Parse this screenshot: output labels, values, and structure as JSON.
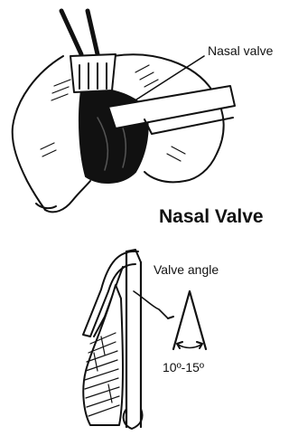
{
  "labels": {
    "nasal_valve_callout": "Nasal valve",
    "heading": "Nasal Valve",
    "valve_angle_callout": "Valve angle",
    "angle_range": "10º-15º"
  },
  "colors": {
    "ink": "#111111",
    "background": "#ffffff"
  }
}
